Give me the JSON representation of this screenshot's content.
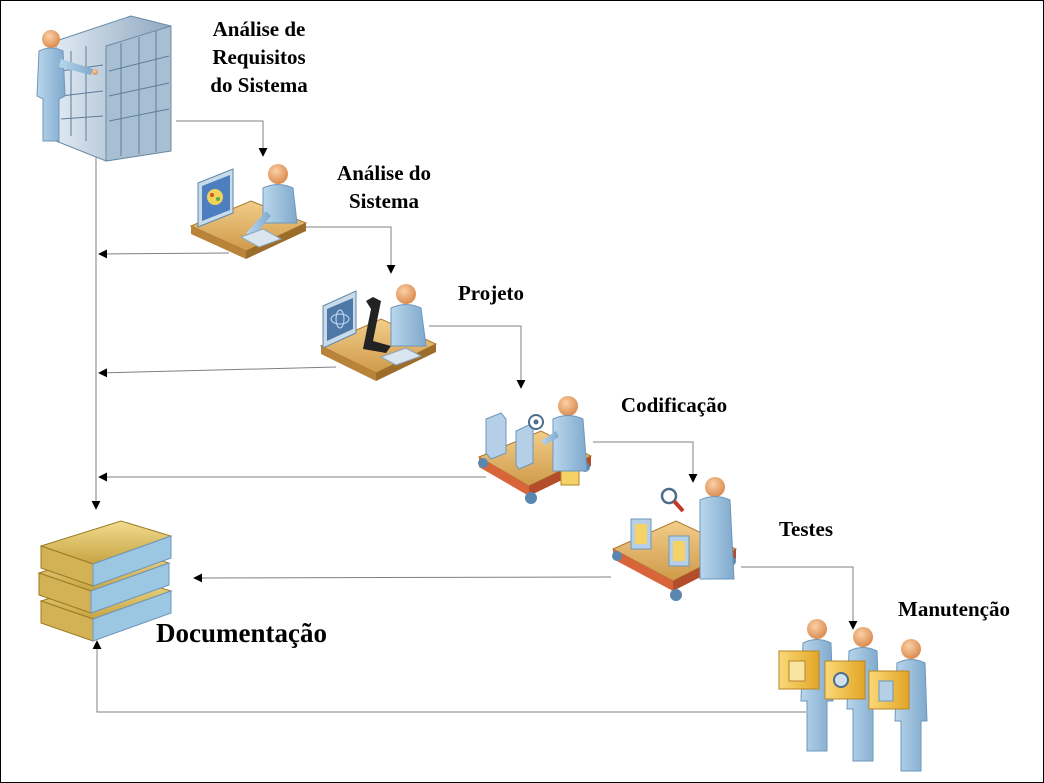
{
  "steps": [
    {
      "id": "requisitos",
      "lines": [
        "Análise de",
        "Requisitos",
        "do Sistema"
      ]
    },
    {
      "id": "analise",
      "lines": [
        "Análise do",
        "Sistema"
      ]
    },
    {
      "id": "projeto",
      "lines": [
        "Projeto"
      ]
    },
    {
      "id": "codificacao",
      "lines": [
        "Codificação"
      ]
    },
    {
      "id": "testes",
      "lines": [
        "Testes"
      ]
    },
    {
      "id": "manutencao",
      "lines": [
        "Manutenção"
      ]
    }
  ],
  "documentation_label": "Documentação",
  "colors": {
    "skin": "#F2B27A",
    "clothing": "#9EC3E0",
    "desk": "#E7B86A",
    "box": "#F3C23B",
    "book": "#E2C46A",
    "book_page": "#9CC7E3",
    "belt": "#D8653A",
    "arrow": "#000000",
    "line": "#808080"
  }
}
